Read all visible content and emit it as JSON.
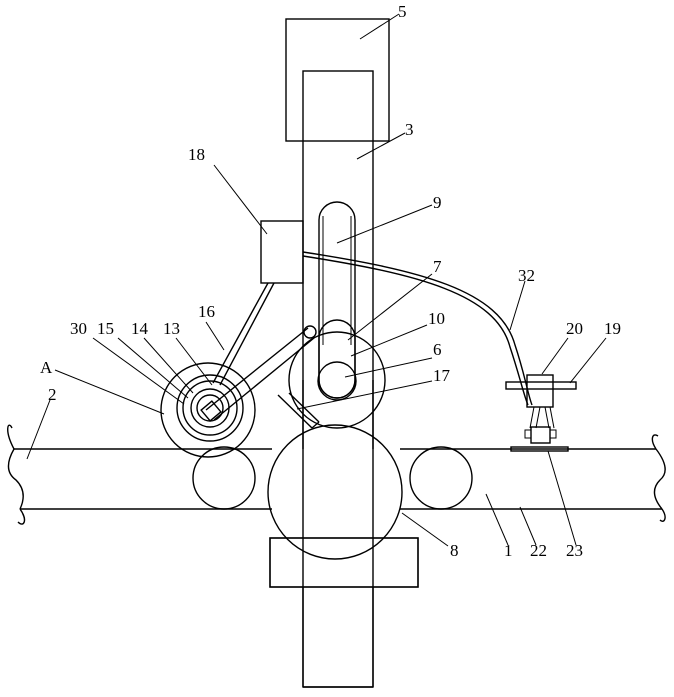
{
  "labels": {
    "n1": "1",
    "n2": "2",
    "n3": "3",
    "n5": "5",
    "n6": "6",
    "n7": "7",
    "n8": "8",
    "n9": "9",
    "n10": "10",
    "n13": "13",
    "n14": "14",
    "n15": "15",
    "n16": "16",
    "n17": "17",
    "n18": "18",
    "n19": "19",
    "n20": "20",
    "n22": "22",
    "n23": "23",
    "n30": "30",
    "n32": "32",
    "nA": "A"
  }
}
